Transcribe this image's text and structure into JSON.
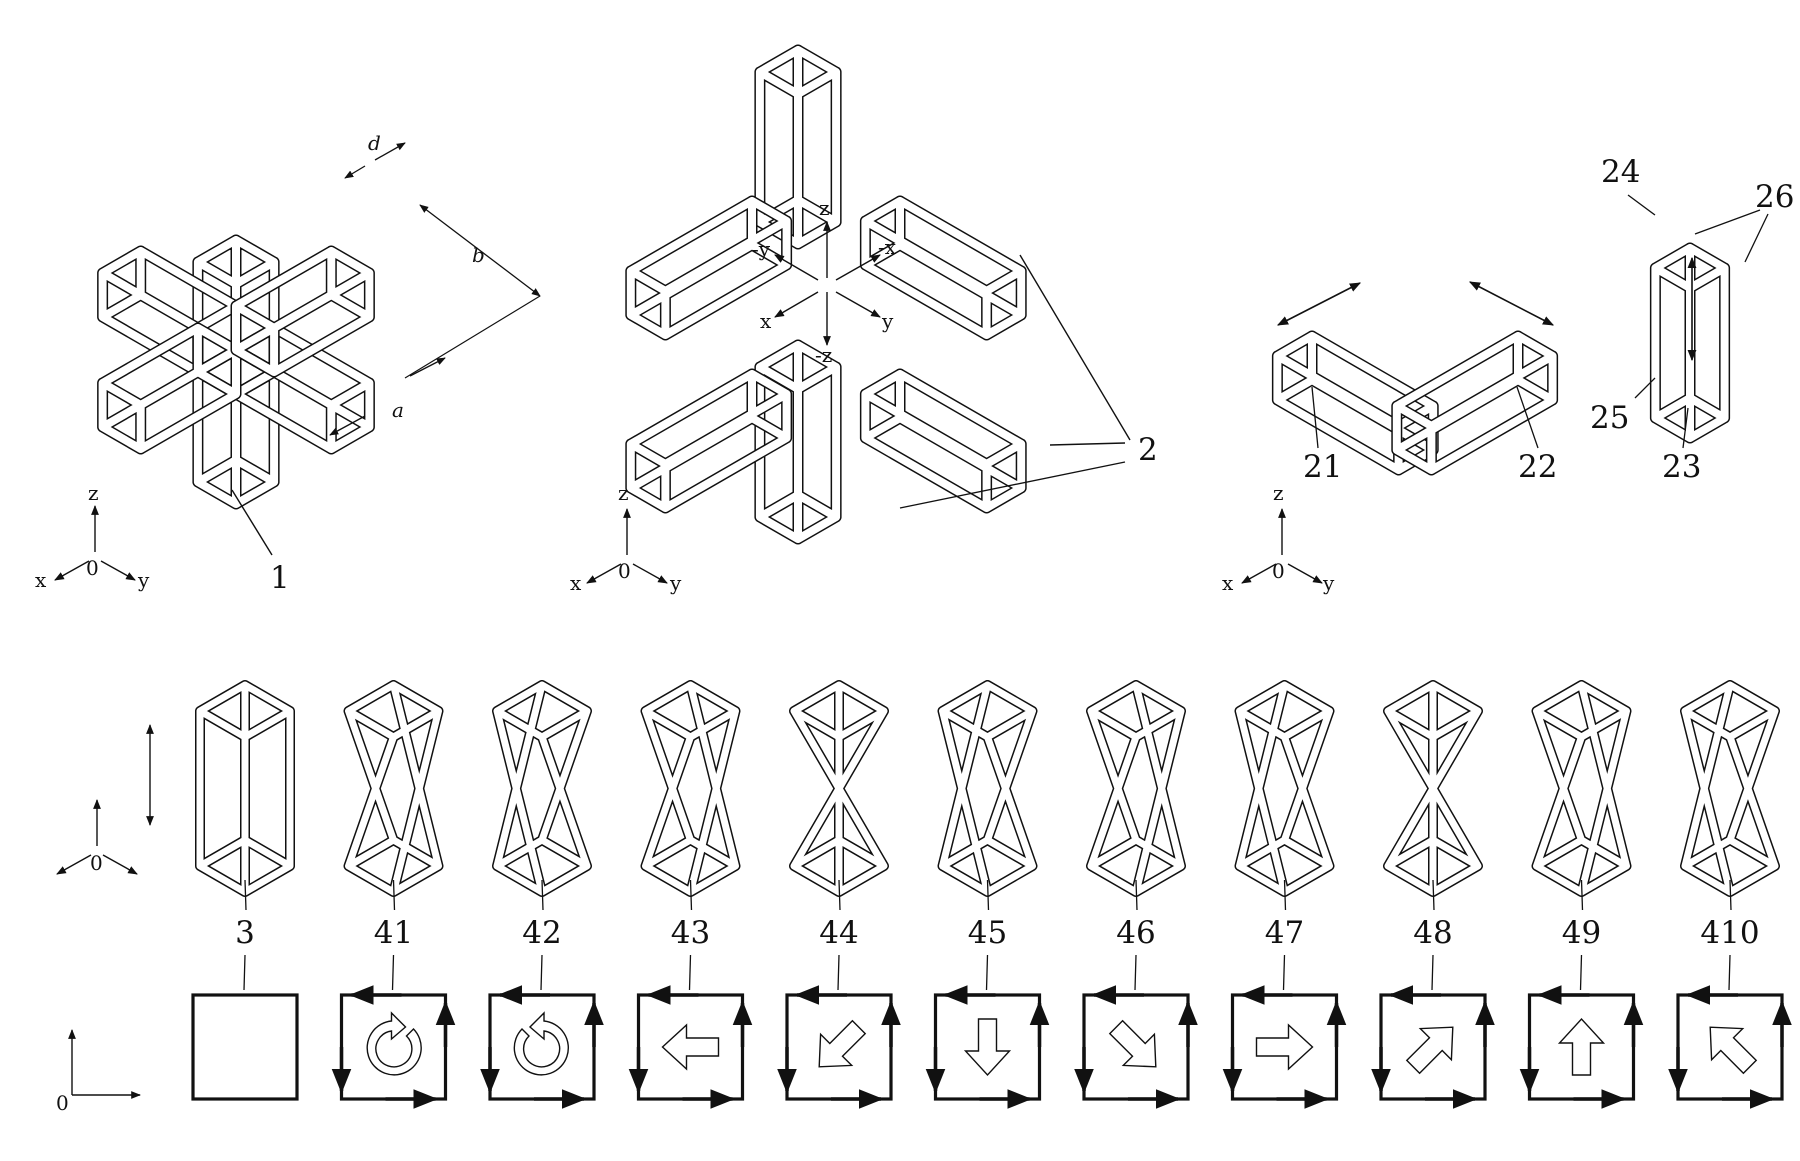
{
  "diagram": {
    "figure1_label": "1",
    "figure2_label": "2",
    "dimension_labels": {
      "a": "a",
      "b": "b",
      "d": "d"
    },
    "axes_labels": {
      "x": "x",
      "y": "y",
      "z": "z",
      "origin": "0"
    },
    "center_axes_labels": {
      "z": "z",
      "neg_z": "-z",
      "x": "x",
      "neg_x": "-x",
      "y": "y",
      "neg_y": "-y"
    },
    "box_labels": {
      "b21": "21",
      "b22": "22",
      "b23": "23",
      "b24": "24",
      "b25": "25",
      "b26": "26"
    },
    "cells": [
      {
        "label": "3",
        "icon": "empty-square"
      },
      {
        "label": "41",
        "icon": "rotate-ccw-arrow"
      },
      {
        "label": "42",
        "icon": "rotate-cw-arrow"
      },
      {
        "label": "43",
        "icon": "arrow-left"
      },
      {
        "label": "44",
        "icon": "arrow-down-left"
      },
      {
        "label": "45",
        "icon": "arrow-down"
      },
      {
        "label": "46",
        "icon": "arrow-down-right"
      },
      {
        "label": "47",
        "icon": "arrow-right"
      },
      {
        "label": "48",
        "icon": "arrow-up-right"
      },
      {
        "label": "49",
        "icon": "arrow-up"
      },
      {
        "label": "410",
        "icon": "arrow-up-left"
      }
    ]
  }
}
